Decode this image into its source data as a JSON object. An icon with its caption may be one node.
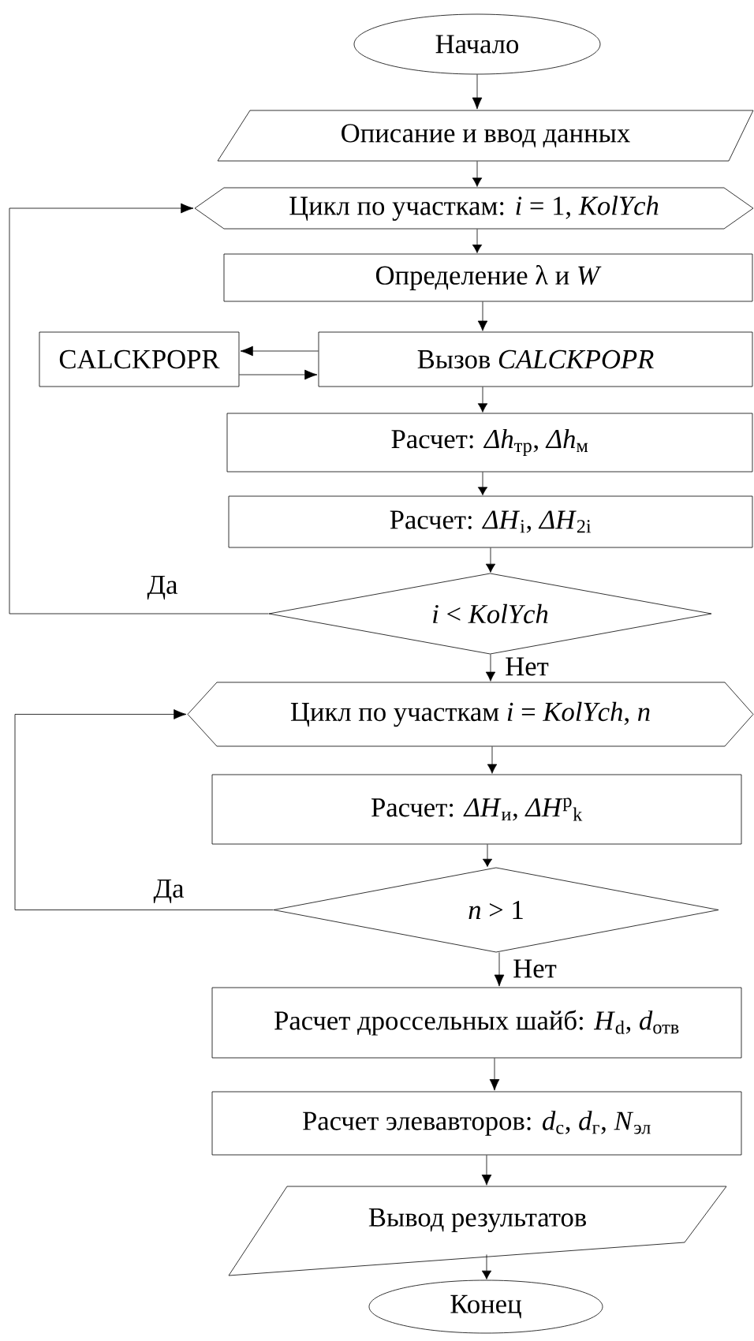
{
  "diagram": {
    "nodes": [
      {
        "text": [
          "Начало"
        ]
      },
      {
        "text": [
          "Описание и ввод данных"
        ]
      },
      {
        "text": [
          "Цикл по участкам: *i* = 1, *KolYch*"
        ]
      },
      {
        "text": [
          "Определение λ и *W*"
        ]
      },
      {
        "text": [
          "CALCKPOPR"
        ]
      },
      {
        "text": [
          "Вызов *CALCKPOPR*"
        ]
      },
      {
        "text": [
          "Расчет: *Δh*$_{тр}$, *Δh*$_{м}$"
        ]
      },
      {
        "text": [
          "Расчет: *ΔH*$_{i}$, *ΔH*$_{2i}$"
        ]
      },
      {
        "text": [
          "*i* < *KolYch*"
        ]
      },
      {
        "text": [
          "Цикл по участкам *i* = *KolYch*, *n*"
        ]
      },
      {
        "text": [
          "Расчет: *ΔH*$_{и}$, *ΔH*$^{р}$$_{k}$"
        ]
      },
      {
        "text": [
          "*n* > 1"
        ]
      },
      {
        "text": [
          "Расчет дроссельных шайб: *H*$_{d}$, *d*$_{отв}$"
        ]
      },
      {
        "text": [
          "Расчет элевавторов: *d*$_{с}$, *d*$_{г}$, *N*$_{эл}$"
        ]
      },
      {
        "text": [
          "Вывод результатов"
        ]
      },
      {
        "text": [
          "Конец"
        ]
      }
    ],
    "edges": [
      {
        "from": 0,
        "to": 1,
        "arrow": "to"
      },
      {
        "from": 1,
        "to": 2,
        "arrow": "to"
      },
      {
        "from": 2,
        "to": 3,
        "arrow": "to"
      },
      {
        "from": 3,
        "to": 5,
        "arrow": "to"
      },
      {
        "from": 5,
        "to": 4,
        "arrow": "to"
      },
      {
        "from": 4,
        "to": 5,
        "arrow": "to"
      },
      {
        "from": 5,
        "to": 6,
        "arrow": "to"
      },
      {
        "from": 6,
        "to": 7,
        "arrow": "to"
      },
      {
        "from": 7,
        "to": 8,
        "arrow": "to"
      },
      {
        "from": 8,
        "to": 2,
        "arrow": "to",
        "label": "Да"
      },
      {
        "from": 8,
        "to": 9,
        "arrow": "to",
        "label": "Нет"
      },
      {
        "from": 9,
        "to": 10,
        "arrow": "to"
      },
      {
        "from": 10,
        "to": 11,
        "arrow": "to"
      },
      {
        "from": 11,
        "to": 9,
        "arrow": "to",
        "label": "Да"
      },
      {
        "from": 11,
        "to": 12,
        "arrow": "to",
        "label": "Нет"
      },
      {
        "from": 12,
        "to": 13,
        "arrow": "to"
      },
      {
        "from": 13,
        "to": 14,
        "arrow": "to"
      },
      {
        "from": 14,
        "to": 15,
        "arrow": "to"
      }
    ]
  }
}
